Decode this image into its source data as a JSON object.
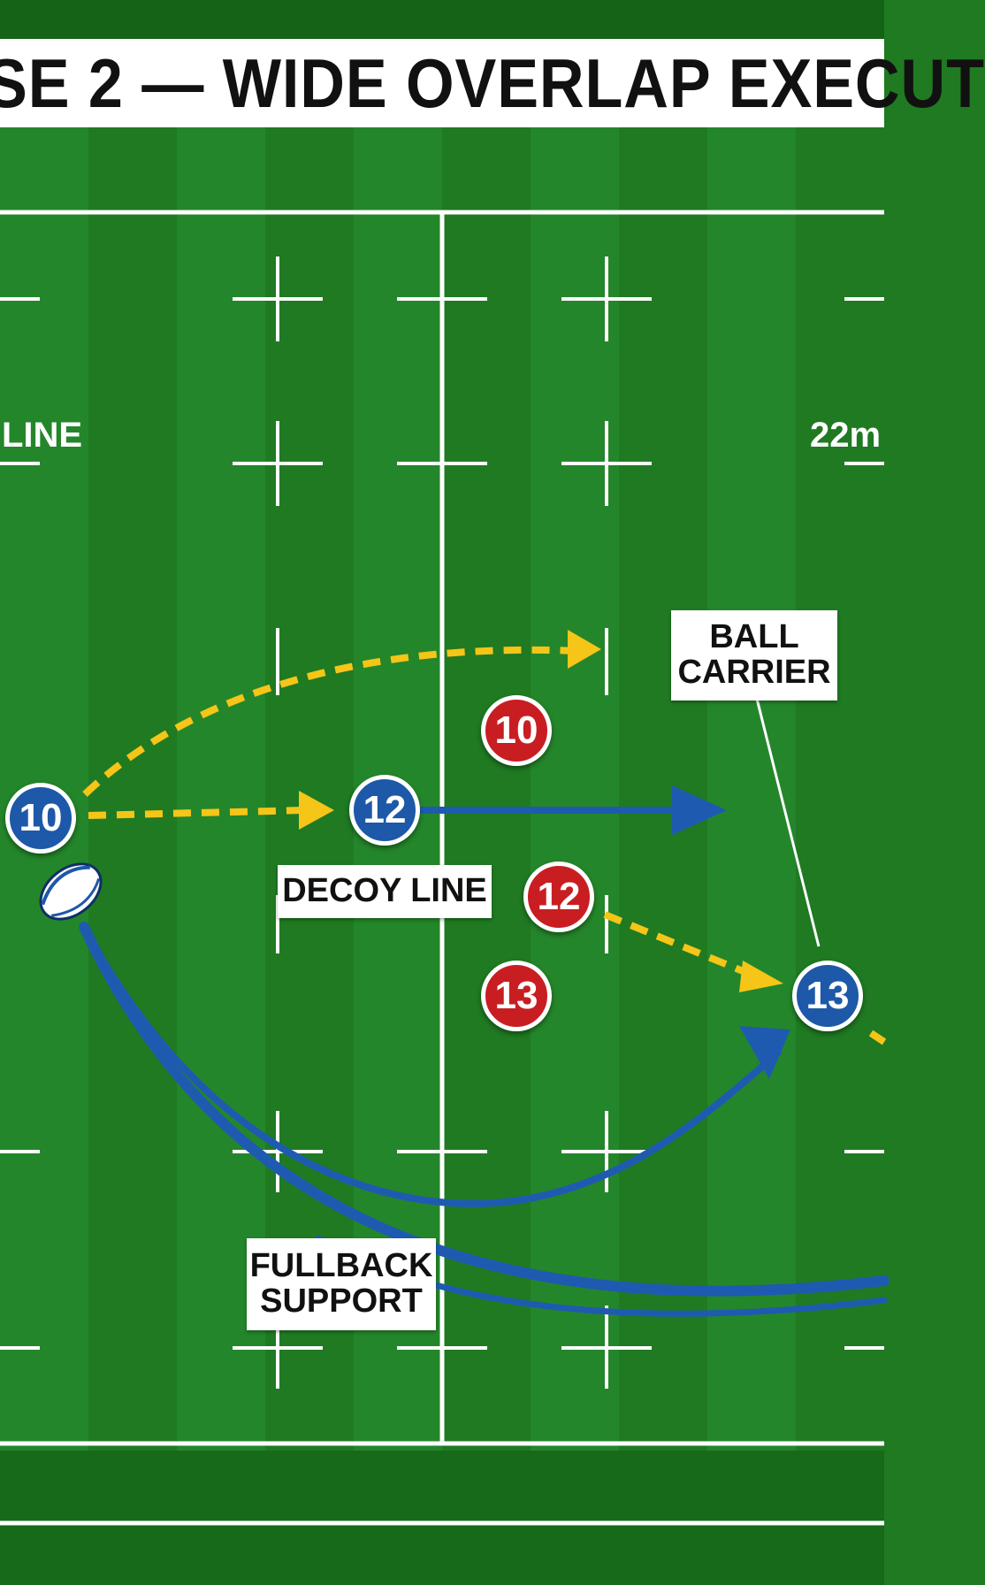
{
  "title": "SE 2 — WIDE OVERLAP EXECUT",
  "field_labels": {
    "left": "LINE",
    "right": "22m"
  },
  "callouts": {
    "ball_carrier": [
      "BALL",
      "CARRIER"
    ],
    "decoy_line": "DECOY LINE",
    "fullback_support": [
      "FULLBACK",
      "SUPPORT"
    ]
  },
  "players": {
    "attack": [
      "10",
      "12",
      "13"
    ],
    "defence": [
      "10",
      "12",
      "13"
    ]
  },
  "colors": {
    "pitch_light": "#2a9230",
    "pitch_dark": "#1f7a22",
    "attack": "#1e58a8",
    "defence": "#c81e22",
    "pass_line": "#f5c518",
    "run_line": "#1e5bb0"
  }
}
